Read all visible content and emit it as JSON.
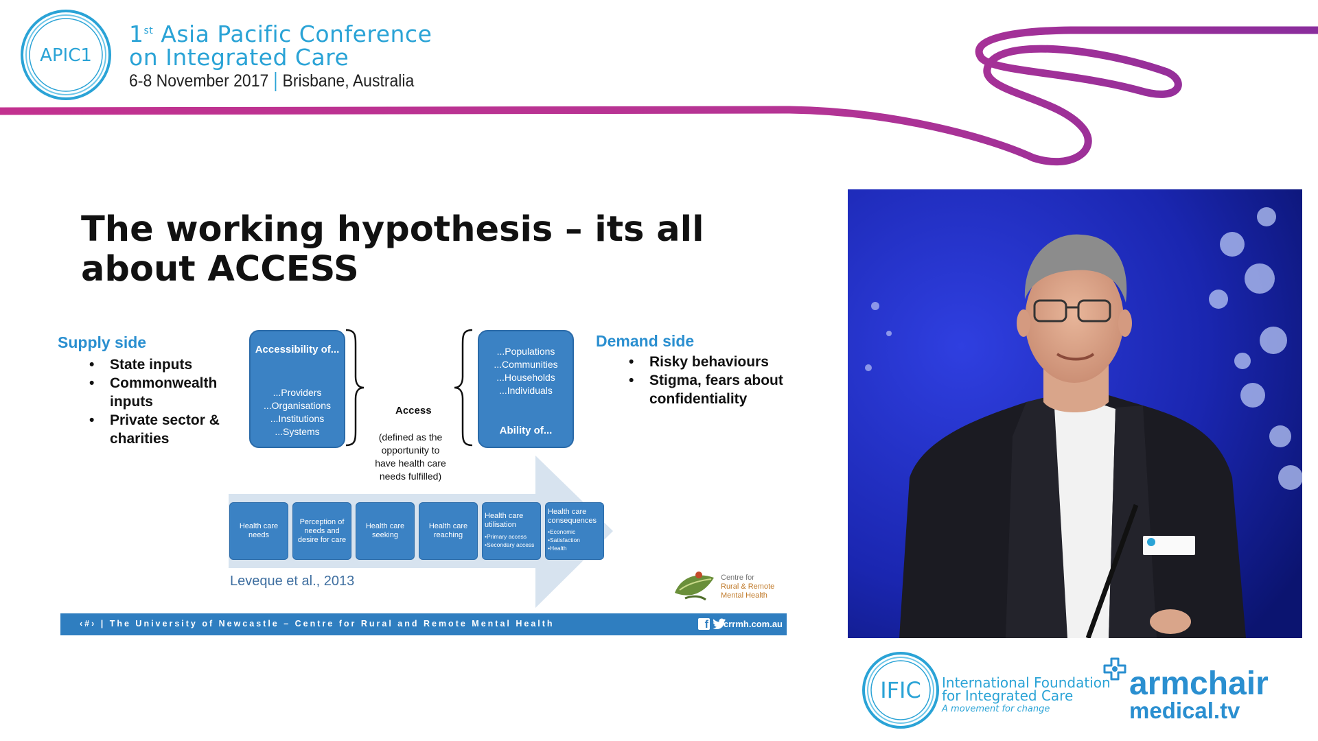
{
  "header": {
    "logo_text": "APIC1",
    "title_sup": "st",
    "title_line1_a": "1",
    "title_line1_b": " Asia Pacific Conference",
    "title_line2": "on Integrated Care",
    "date": "6-8 November 2017",
    "location": "Brisbane, Australia"
  },
  "slide": {
    "title_line1": "The working hypothesis – its all",
    "title_line2": "about ACCESS",
    "supply": {
      "heading": "Supply side",
      "items": [
        "State inputs",
        "Commonwealth inputs",
        "Private sector & charities"
      ]
    },
    "demand": {
      "heading": "Demand side",
      "items": [
        "Risky behaviours",
        "Stigma, fears about confidentiality"
      ]
    },
    "accessibility_box": {
      "heading": "Accessibility of...",
      "lines": [
        "...Providers",
        "...Organisations",
        "...Institutions",
        "...Systems"
      ]
    },
    "ability_box": {
      "heading": "Ability of...",
      "lines": [
        "...Populations",
        "...Communities",
        "...Households",
        "...Individuals"
      ]
    },
    "access": {
      "label": "Access",
      "desc_lines": [
        "(defined as the",
        "opportunity to",
        "have health care",
        "needs fulfilled)"
      ]
    },
    "steps": [
      {
        "label": "Health care needs"
      },
      {
        "label": "Perception of needs and desire for care"
      },
      {
        "label": "Health care seeking"
      },
      {
        "label": "Health care reaching"
      },
      {
        "label": "Health care utilisation",
        "sub": [
          "•Primary access",
          "•Secondary access"
        ]
      },
      {
        "label": "Health care consequences",
        "sub": [
          "•Economic",
          "•Satisfaction",
          "•Health"
        ]
      }
    ],
    "citation": "Leveque et al., 2013",
    "centre_logo": {
      "line1": "Centre for",
      "line2": "Rural & Remote",
      "line3": "Mental Health"
    },
    "footer": {
      "left": "‹#›  |  The University of Newcastle – Centre for Rural and Remote Mental Health",
      "url": "crrmh.com.au"
    }
  },
  "ific": {
    "logo_text": "IFIC",
    "line1": "International Foundation",
    "line2": "for Integrated Care",
    "tagline": "A movement for change"
  },
  "armchair": {
    "line1": "armchair",
    "line2": "medical.tv"
  },
  "colors": {
    "accent_blue": "#2aa3d6",
    "slide_blue": "#3b82c4",
    "magenta": "#a9379a"
  }
}
